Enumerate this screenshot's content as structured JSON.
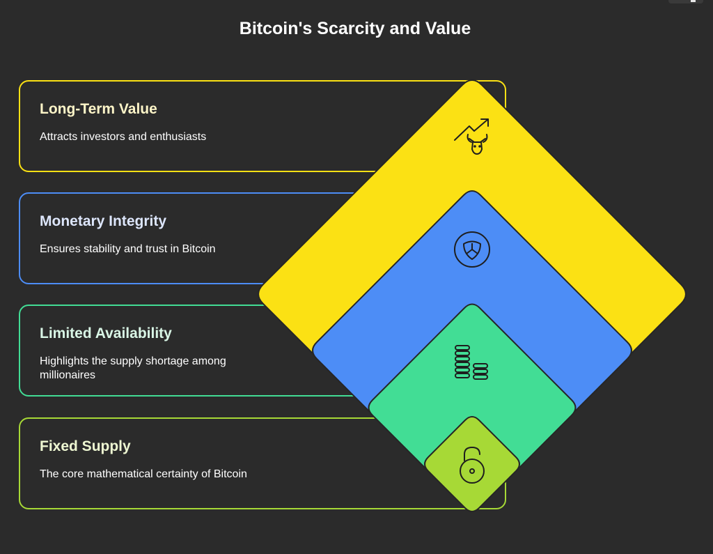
{
  "title": "Bitcoin's Scarcity and Value",
  "levels": [
    {
      "title": "Long-Term Value",
      "description": "Attracts investors and enthusiasts",
      "color": "#fbe114",
      "title_color": "#fdf5c8",
      "icon": "bull-market-icon"
    },
    {
      "title": "Monetary Integrity",
      "description": "Ensures stability and trust in Bitcoin",
      "color": "#4d8df6",
      "title_color": "#dde6fb",
      "icon": "shield-icon"
    },
    {
      "title": "Limited Availability",
      "description": "Highlights the supply shortage among millionaires",
      "color": "#42dd95",
      "title_color": "#d9f6e6",
      "icon": "coin-stacks-icon"
    },
    {
      "title": "Fixed Supply",
      "description": "The core mathematical certainty of Bitcoin",
      "color": "#a7d936",
      "title_color": "#eef7d2",
      "icon": "unlocked-padlock-icon"
    }
  ]
}
